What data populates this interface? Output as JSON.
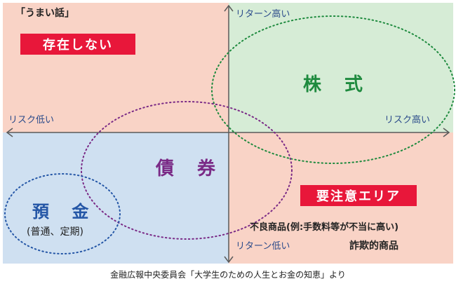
{
  "quadrants": {
    "top_left": {
      "quote": "「うまい話」",
      "badge": "存在しない"
    }
  },
  "axes": {
    "top": "リターン高い",
    "bottom": "リターン低い",
    "left": "リスク低い",
    "right": "リスク高い"
  },
  "regions": {
    "stocks": "株 式",
    "bonds": "債 券",
    "deposits": "預 金",
    "deposits_sub": "(普通、定期)"
  },
  "danger": {
    "badge": "要注意エリア",
    "line1": "不良商品(例:手数料等が不当に高い)",
    "line2": "詐欺的商品"
  },
  "caption": "金融広報中央委員会「大学生のための人生とお金の知恵」より",
  "colors": {
    "quadrant_pink": "#f9d3c6",
    "quadrant_green": "#d6ecd6",
    "quadrant_blue": "#cfe0f1",
    "badge_red": "#e8173a",
    "stocks_green": "#1e8a3e",
    "bonds_purple": "#7a2a86",
    "deposits_blue": "#2456a6"
  }
}
